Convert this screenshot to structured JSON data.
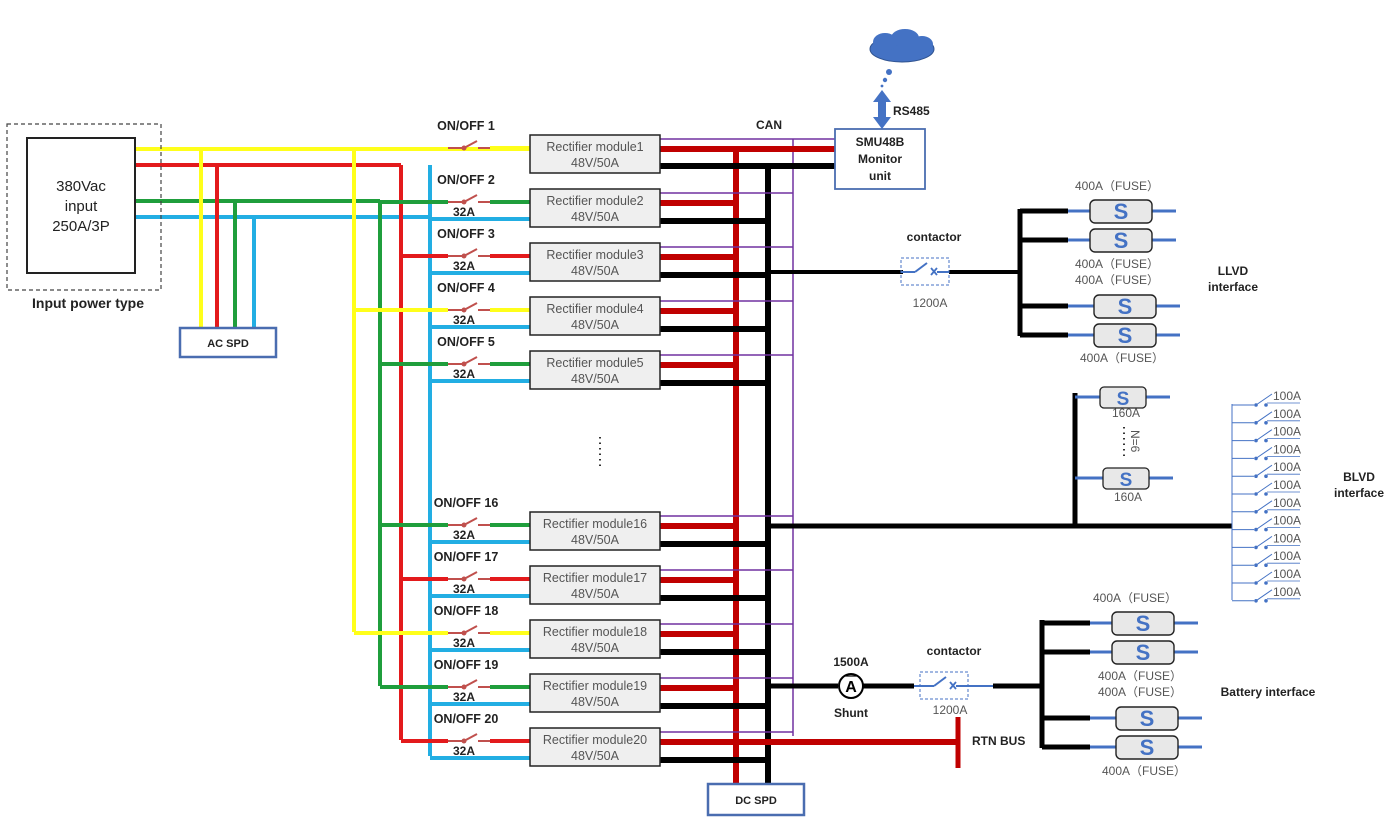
{
  "colors": {
    "L1": "#ffff1a",
    "L2": "#e31a1c",
    "L3": "#1f9e3c",
    "N": "#22aee3",
    "dc_pos": "#c00000",
    "dc_neg": "#000000",
    "can": "#7030a0",
    "accent_blue": "#4472c4",
    "switch_red": "#c0504d",
    "module_fill": "#efefef"
  },
  "input": {
    "box_line1": "380Vac",
    "box_line2": "input",
    "box_line3": "250A/3P",
    "caption": "Input power type"
  },
  "ac_spd": {
    "label": "AC SPD"
  },
  "dc_spd": {
    "label": "DC SPD"
  },
  "can_label": "CAN",
  "monitor": {
    "line1": "SMU48B",
    "line2": "Monitor",
    "line3": "unit",
    "link_label": "RS485",
    "cloud": "cloud-icon"
  },
  "ellipsis": "......",
  "modules": [
    {
      "switch": "ON/OFF 1",
      "rating": "",
      "phase": "L1",
      "name": "Rectifier module1",
      "spec": "48V/50A"
    },
    {
      "switch": "ON/OFF 2",
      "rating": "32A",
      "phase": "L3",
      "name": "Rectifier module2",
      "spec": "48V/50A"
    },
    {
      "switch": "ON/OFF 3",
      "rating": "32A",
      "phase": "L2",
      "name": "Rectifier module3",
      "spec": "48V/50A"
    },
    {
      "switch": "ON/OFF 4",
      "rating": "32A",
      "phase": "L1",
      "name": "Rectifier module4",
      "spec": "48V/50A"
    },
    {
      "switch": "ON/OFF 5",
      "rating": "32A",
      "phase": "L3",
      "name": "Rectifier module5",
      "spec": "48V/50A"
    },
    {
      "switch": "ON/OFF 16",
      "rating": "32A",
      "phase": "L3",
      "name": "Rectifier module16",
      "spec": "48V/50A"
    },
    {
      "switch": "ON/OFF 17",
      "rating": "32A",
      "phase": "L2",
      "name": "Rectifier module17",
      "spec": "48V/50A"
    },
    {
      "switch": "ON/OFF 18",
      "rating": "32A",
      "phase": "L1",
      "name": "Rectifier module18",
      "spec": "48V/50A"
    },
    {
      "switch": "ON/OFF 19",
      "rating": "32A",
      "phase": "L3",
      "name": "Rectifier module19",
      "spec": "48V/50A"
    },
    {
      "switch": "ON/OFF 20",
      "rating": "32A",
      "phase": "L2",
      "name": "Rectifier module20",
      "spec": "48V/50A"
    }
  ],
  "llvd": {
    "contactor_label": "contactor",
    "contactor_rating": "1200A",
    "title_line1": "LLVD",
    "title_line2": "interface",
    "fuse_labels": [
      "400A（FUSE）",
      "400A（FUSE）",
      "400A（FUSE）",
      "400A（FUSE）"
    ]
  },
  "blvd": {
    "title_line1": "BLVD",
    "title_line2": "interface",
    "fuse_top": "160A",
    "fuse_bottom": "160A",
    "count_label": "N=6",
    "breakers": [
      "100A",
      "100A",
      "100A",
      "100A",
      "100A",
      "100A",
      "100A",
      "100A",
      "100A",
      "100A",
      "100A",
      "100A"
    ]
  },
  "battery": {
    "shunt_rating": "1500A",
    "shunt_label": "Shunt",
    "shunt_glyph": "A",
    "contactor_label": "contactor",
    "contactor_rating": "1200A",
    "title": "Battery interface",
    "rtn_label": "RTN BUS",
    "fuse_labels": [
      "400A（FUSE）",
      "400A（FUSE）",
      "400A（FUSE）",
      "400A（FUSE）"
    ]
  }
}
